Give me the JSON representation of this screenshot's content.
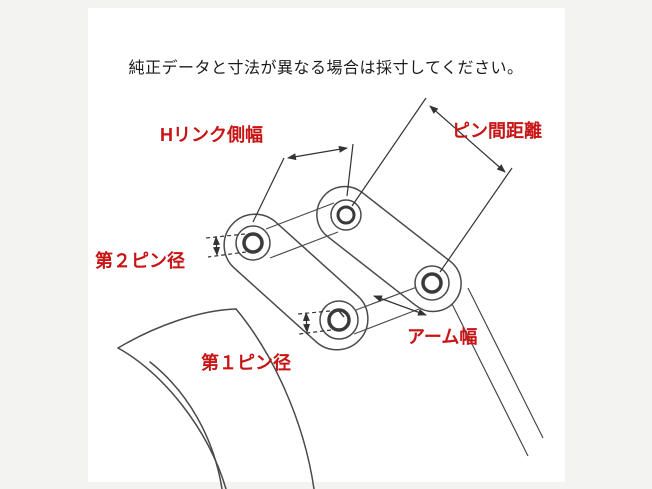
{
  "title": "純正データと寸法が異なる場合は採寸してください。",
  "labels": {
    "h_link_width": "Hリンク側幅",
    "pin_distance": "ピン間距離",
    "pin2_diameter": "第２ピン径",
    "pin1_diameter": "第１ピン径",
    "arm_width": "アーム幅"
  },
  "drawing": {
    "description": "excavator-arm-h-link-pin-dimension-drawing"
  },
  "colors": {
    "label_red": "#c81414",
    "title_text": "#1c1c1c",
    "drawing_line": "#4a4a4a",
    "dimension_line": "#333333",
    "panel_bg": "#ffffff",
    "page_bg": "#f3f3f1"
  }
}
